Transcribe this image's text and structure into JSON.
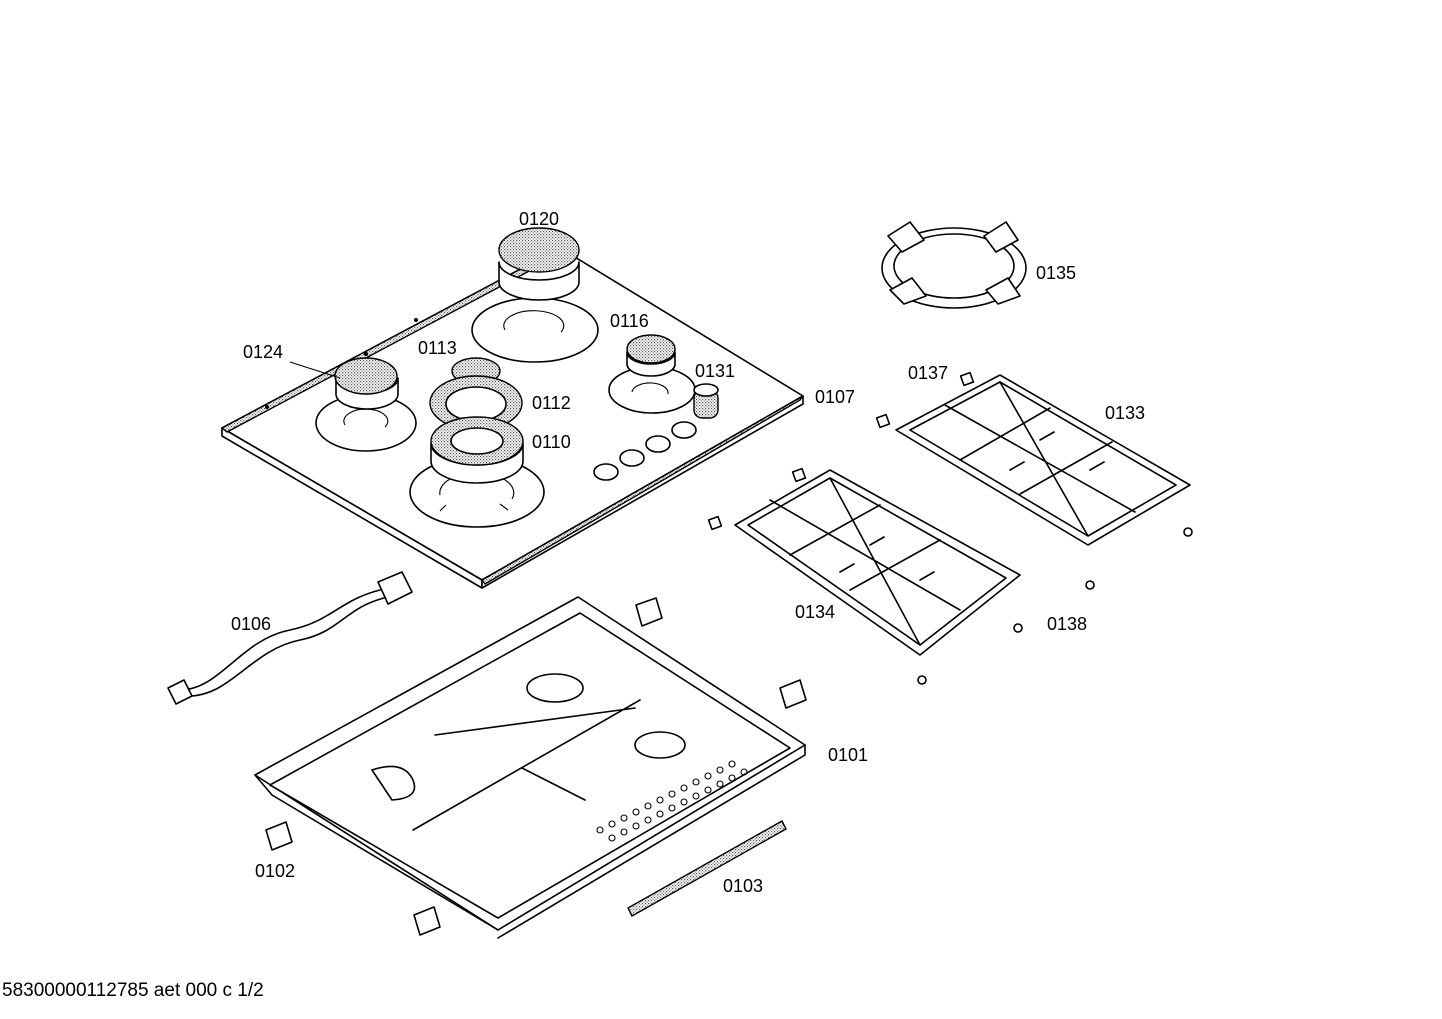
{
  "footer": {
    "text": "58300000112785 aet 000 c 1/2"
  },
  "callouts": {
    "p0120": "0120",
    "p0124": "0124",
    "p0113": "0113",
    "p0116": "0116",
    "p0131": "0131",
    "p0112": "0112",
    "p0110": "0110",
    "p0107": "0107",
    "p0135": "0135",
    "p0137": "0137",
    "p0133": "0133",
    "p0106": "0106",
    "p0134": "0134",
    "p0138": "0138",
    "p0101": "0101",
    "p0102": "0102",
    "p0103": "0103"
  }
}
